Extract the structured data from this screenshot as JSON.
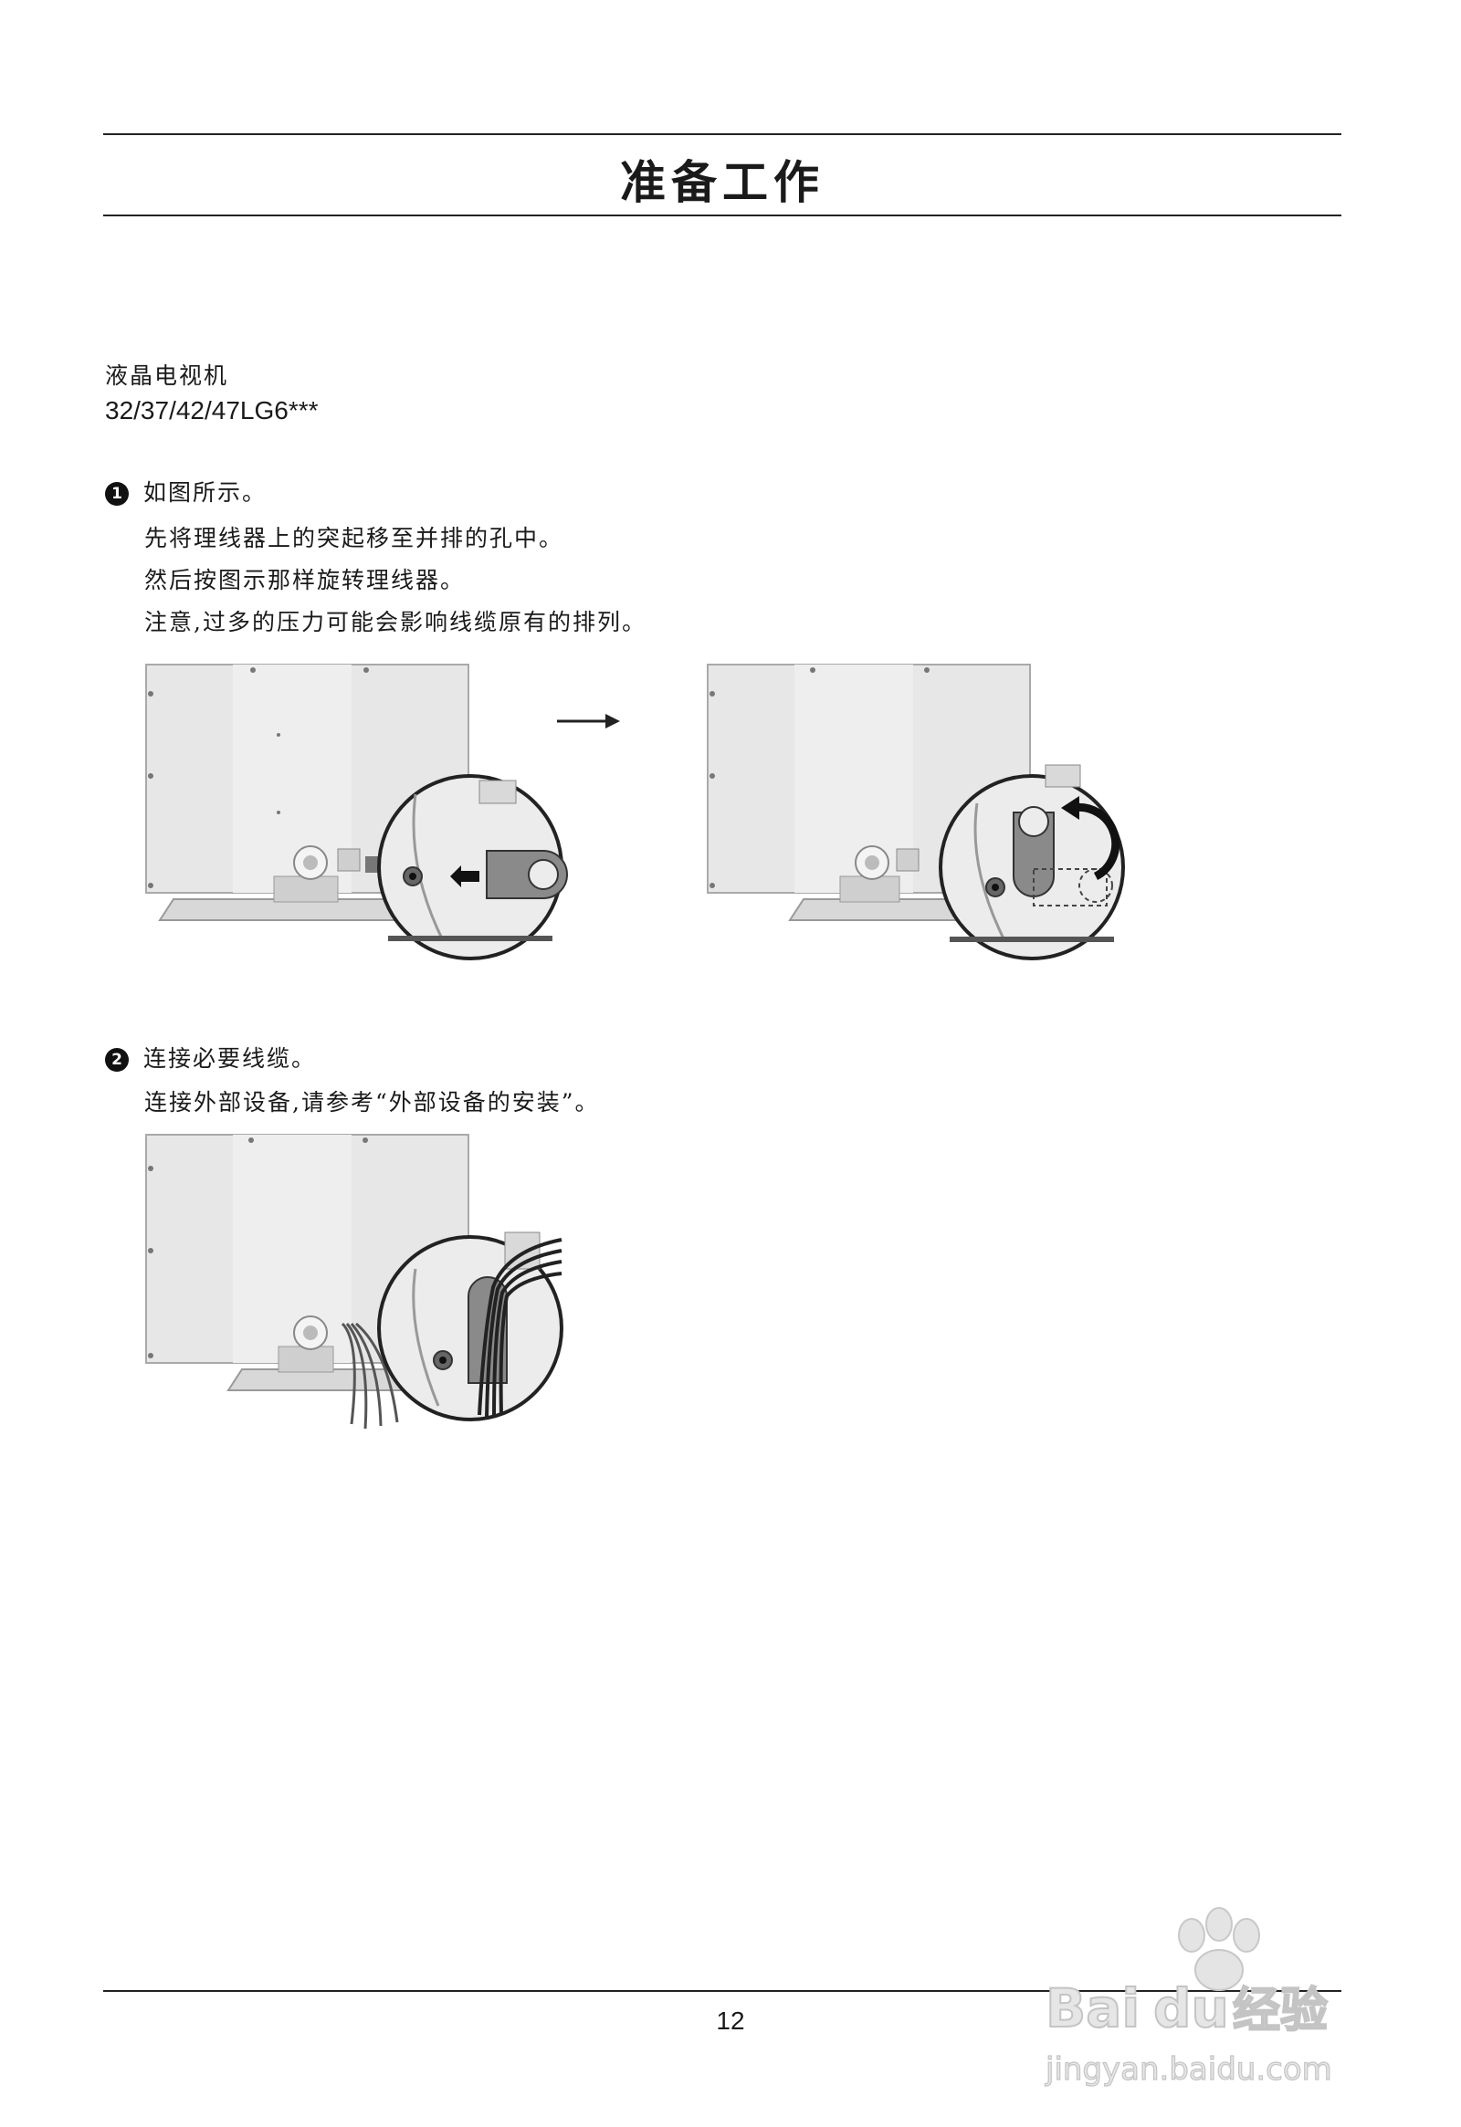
{
  "header": {
    "title": "准备工作"
  },
  "model": {
    "type": "液晶电视机",
    "number": "32/37/42/47LG6***"
  },
  "steps": [
    {
      "bullet": "1",
      "lines": [
        "如图所示。",
        "先将理线器上的突起移至并排的孔中。",
        "然后按图示那样旋转理线器。",
        "注意,过多的压力可能会影响线缆原有的排列。"
      ]
    },
    {
      "bullet": "2",
      "lines": [
        "连接必要线缆。",
        "连接外部设备,请参考“外部设备的安装”。"
      ]
    }
  ],
  "footer": {
    "page_number": "12"
  },
  "watermark": {
    "brand": "Baidu经验",
    "url": "jingyan.baidu.com"
  }
}
